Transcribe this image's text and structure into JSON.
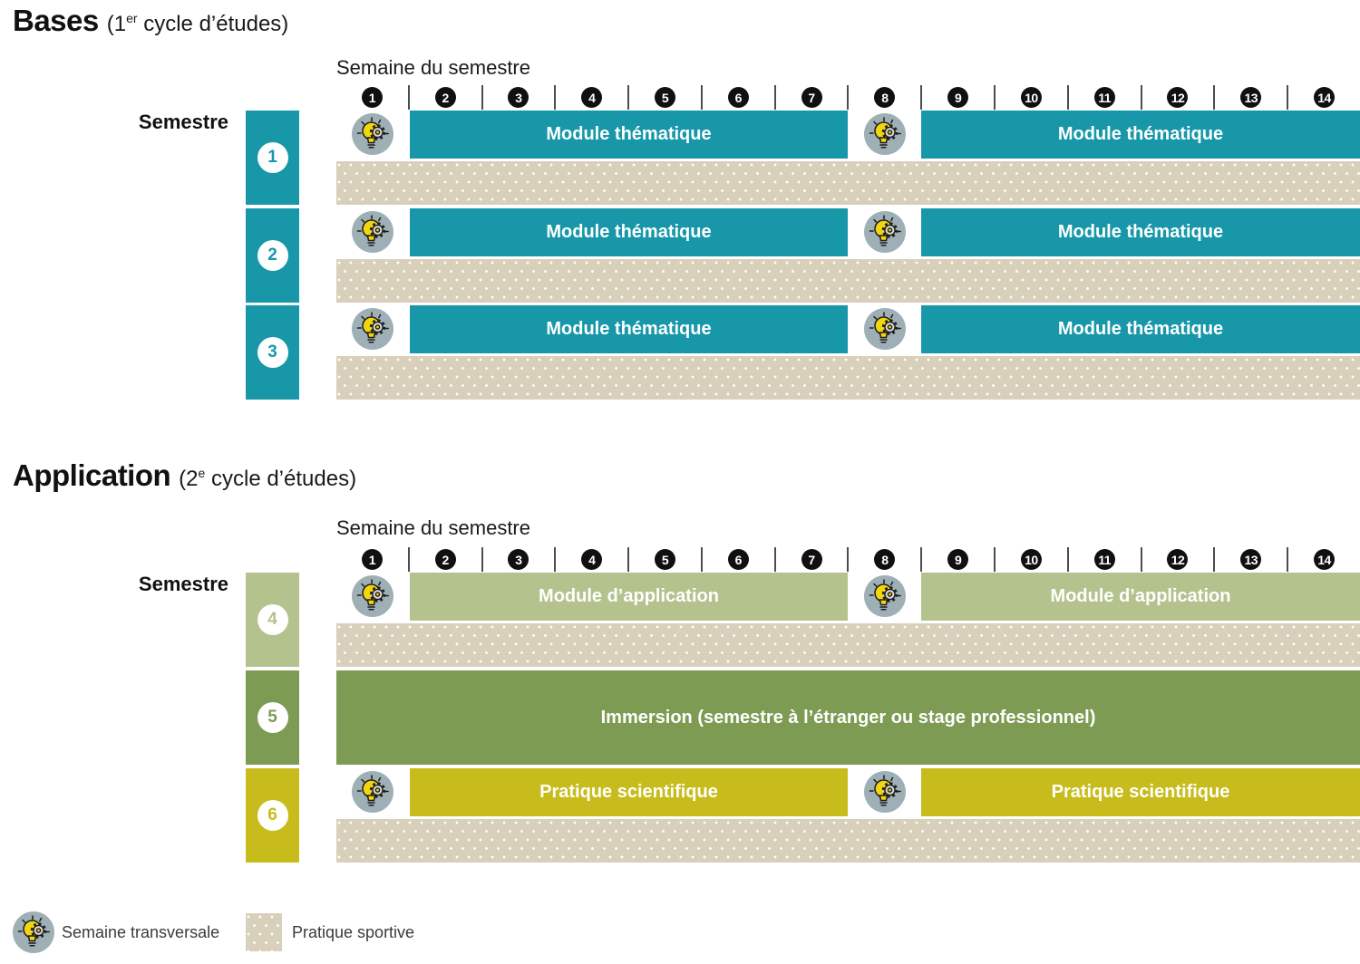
{
  "weeks": [
    "1",
    "2",
    "3",
    "4",
    "5",
    "6",
    "7",
    "8",
    "9",
    "10",
    "11",
    "12",
    "13",
    "14"
  ],
  "sections": [
    {
      "title": "Bases",
      "subtitle": {
        "pre": "(1",
        "sup": "er",
        "post": " cycle d’études)"
      },
      "axis_label": "Semaine du semestre",
      "row_header": "Semestre",
      "rows": [
        {
          "sem": "1",
          "left_label": "Module thématique",
          "right_label": "Module thématique"
        },
        {
          "sem": "2",
          "left_label": "Module thématique",
          "right_label": "Module thématique"
        },
        {
          "sem": "3",
          "left_label": "Module thématique",
          "right_label": "Module thématique"
        }
      ]
    },
    {
      "title": "Application",
      "subtitle": {
        "pre": "(2",
        "sup": "e",
        "post": " cycle d’études)"
      },
      "axis_label": "Semaine du semestre",
      "row_header": "Semestre",
      "rows": [
        {
          "sem": "4",
          "left_label": "Module d’application",
          "right_label": "Module d’application"
        },
        {
          "sem": "5",
          "full_label": "Immersion (semestre à l’étranger ou stage professionnel)"
        },
        {
          "sem": "6",
          "left_label": "Pratique scientifique",
          "right_label": "Pratique scientifique"
        }
      ]
    }
  ],
  "legend": {
    "transversal_label": "Semaine transversale",
    "sport_label": "Pratique sportive"
  },
  "colors": {
    "teal": "#1897a9",
    "sage_light": "#b4c28d",
    "olive_green": "#7e9b53",
    "chartreuse_yellow": "#c8bc1d",
    "sport_beige": "#d9d0bb",
    "icon_circle_gray": "#9eb0b5",
    "week_badge_black": "#101010",
    "bulb_yellow": "#f2d511"
  }
}
